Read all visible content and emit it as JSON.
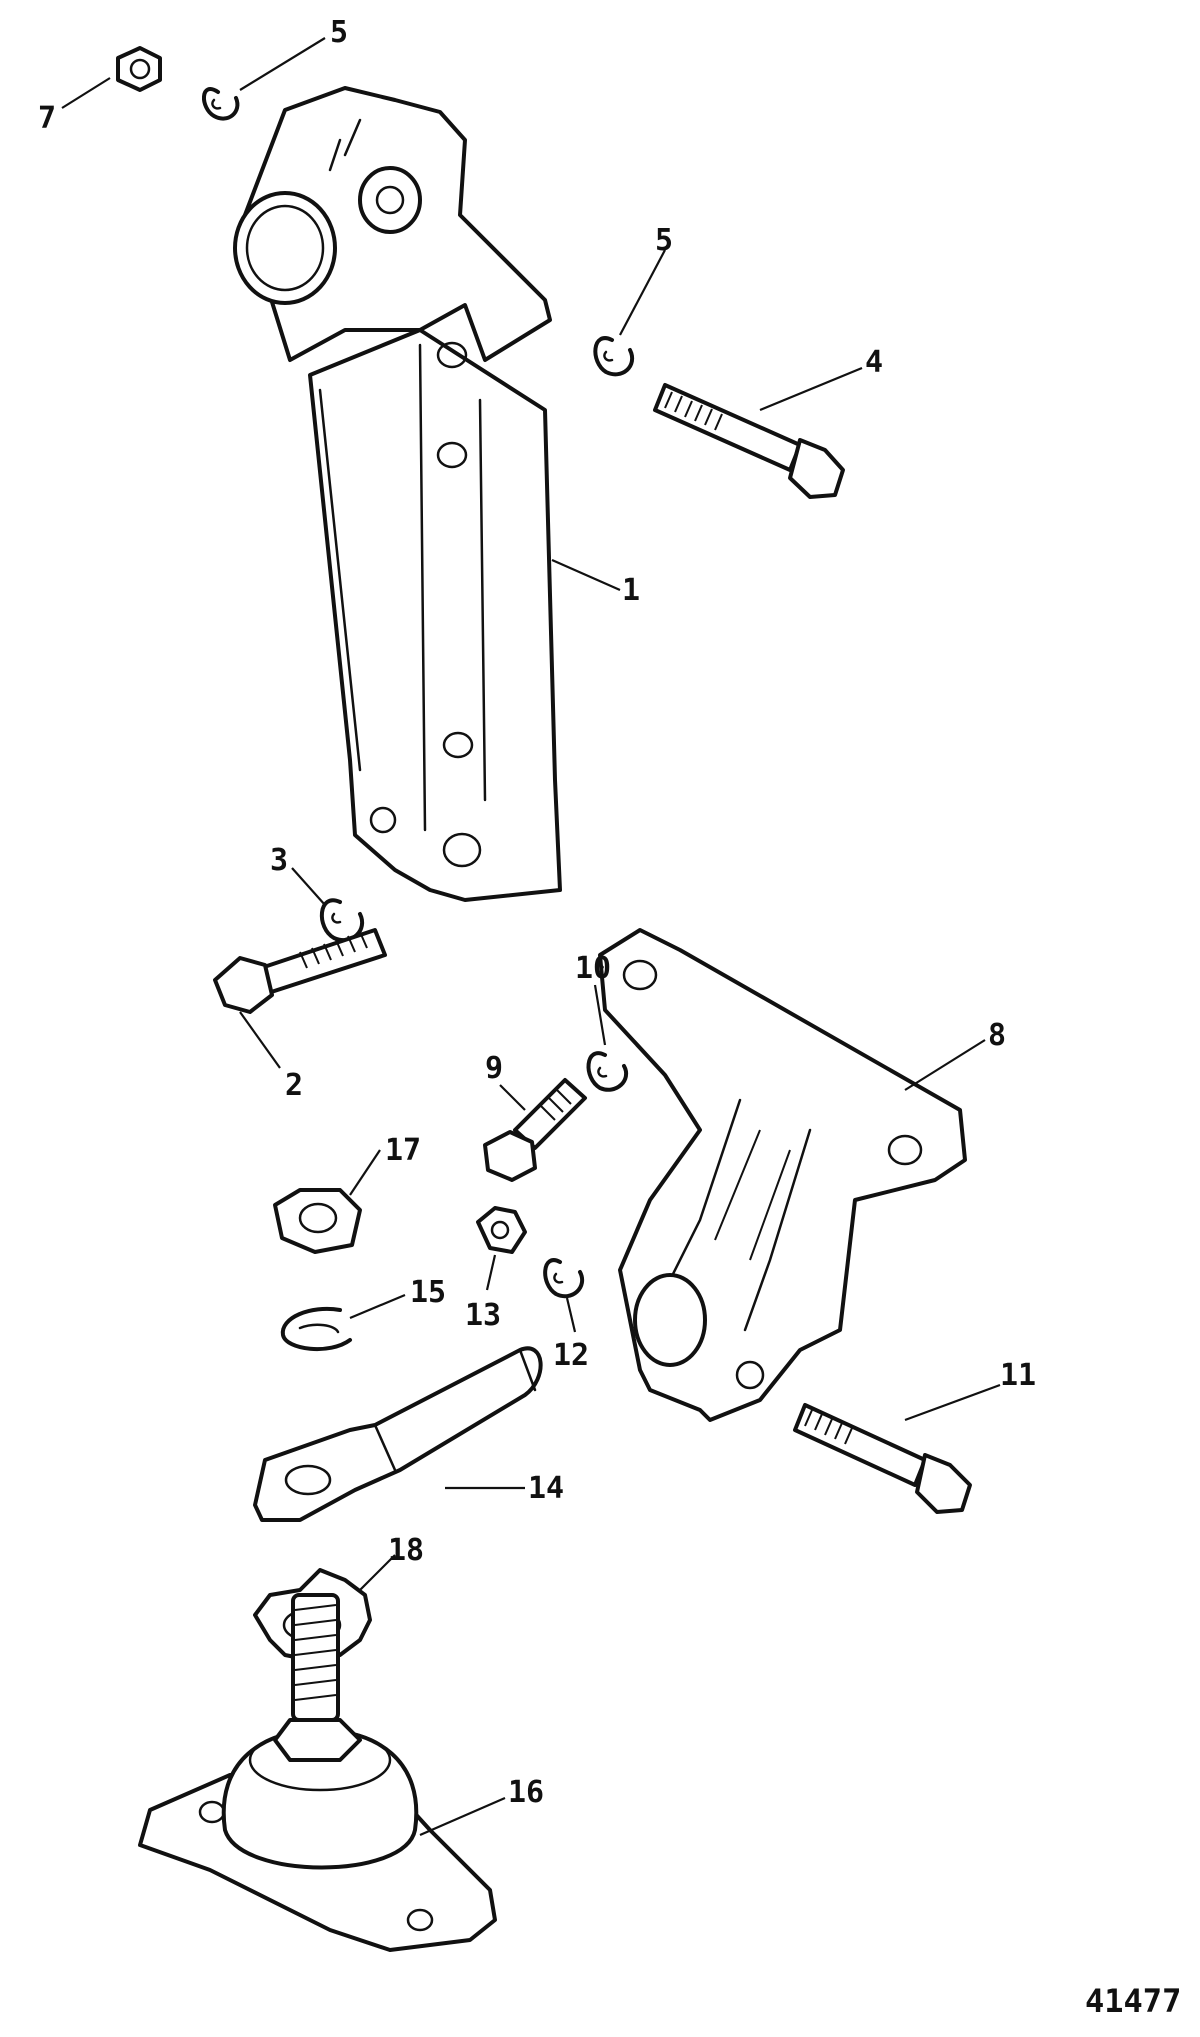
{
  "diagram": {
    "figure_number": "41477",
    "callouts": [
      {
        "id": "1",
        "label": "1"
      },
      {
        "id": "2",
        "label": "2"
      },
      {
        "id": "3",
        "label": "3"
      },
      {
        "id": "4",
        "label": "4"
      },
      {
        "id": "5a",
        "label": "5"
      },
      {
        "id": "5b",
        "label": "5"
      },
      {
        "id": "7",
        "label": "7"
      },
      {
        "id": "8",
        "label": "8"
      },
      {
        "id": "9",
        "label": "9"
      },
      {
        "id": "10",
        "label": "10"
      },
      {
        "id": "11",
        "label": "11"
      },
      {
        "id": "12",
        "label": "12"
      },
      {
        "id": "13",
        "label": "13"
      },
      {
        "id": "14",
        "label": "14"
      },
      {
        "id": "15",
        "label": "15"
      },
      {
        "id": "16",
        "label": "16"
      },
      {
        "id": "17",
        "label": "17"
      },
      {
        "id": "18",
        "label": "18"
      }
    ]
  }
}
